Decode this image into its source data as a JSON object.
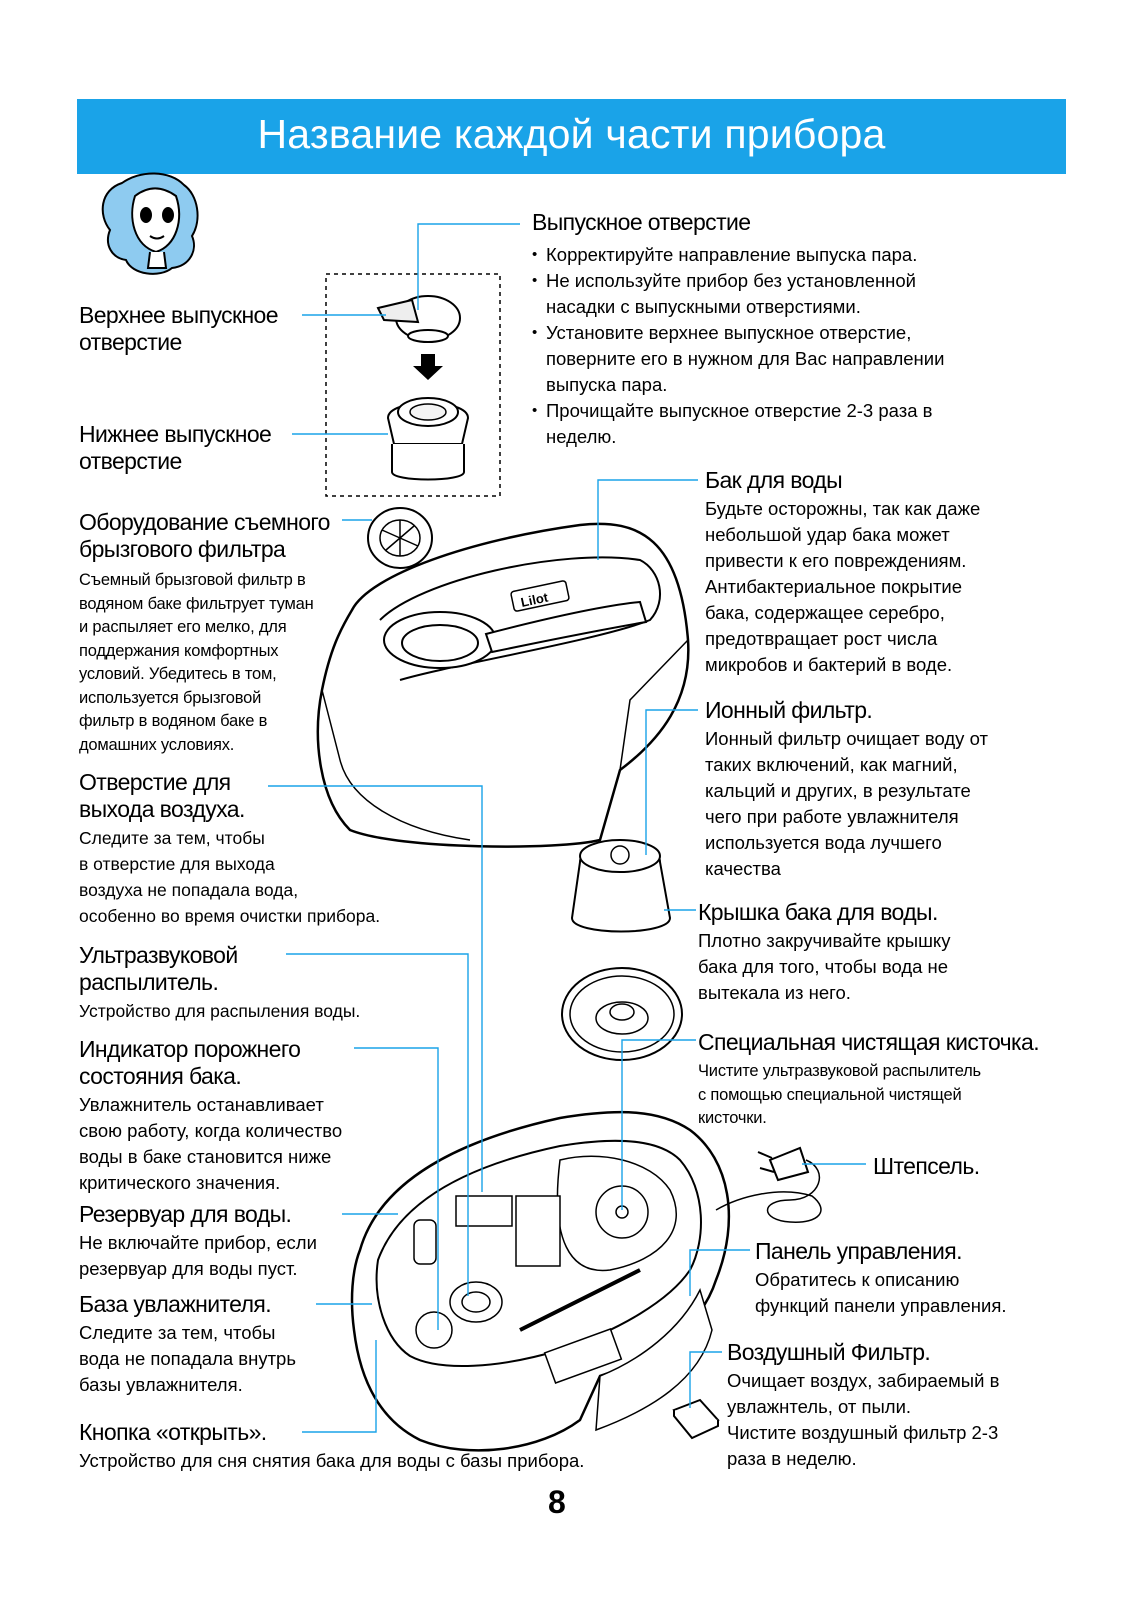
{
  "banner": {
    "title": "Название каждой части прибора"
  },
  "labels": {
    "outlet": {
      "title": "Выпускное отверстие",
      "bullets": [
        [
          "Корректируйте направление выпуска пара."
        ],
        [
          "Не используйте прибор без установленной",
          "насадки с выпускными отверстиями."
        ],
        [
          "Установите верхнее выпускное отверстие,",
          "поверните его в нужном для Вас направлении",
          "выпуска пара."
        ],
        [
          "Прочищайте выпускное отверстие 2-3 раза в",
          "неделю."
        ]
      ]
    },
    "upper_outlet": {
      "title": [
        "Верхнее выпускное",
        "отверстие"
      ]
    },
    "lower_outlet": {
      "title": [
        "Нижнее выпускное",
        "отверстие"
      ]
    },
    "spray_filter": {
      "title": [
        "Оборудование съемного",
        "брызгового фильтра"
      ],
      "text": [
        "Съемный брызговой фильтр в",
        "водяном баке фильтрует туман",
        "и распыляет его мелко, для",
        "поддержания комфортных",
        "условий. Убедитесь в том,",
        "используется брызговой",
        "фильтр в водяном баке в",
        "домашних условиях."
      ]
    },
    "water_tank": {
      "title": "Бак для воды",
      "text": [
        "Будьте осторожны, так как даже",
        "небольшой удар бака может",
        "привести к его повреждениям.",
        "Антибактериальное покрытие",
        "бака, содержащее серебро,",
        "предотвращает рост числа",
        "микробов и бактерий в воде."
      ]
    },
    "ion_filter": {
      "title": "Ионный фильтр.",
      "text": [
        "Ионный фильтр очищает воду от",
        "таких включений, как магний,",
        "кальций и других, в результате",
        "чего при работе увлажнителя",
        "используется вода лучшего",
        "качества"
      ]
    },
    "air_hole": {
      "title": [
        "Отверстие для",
        "выхода воздуха."
      ],
      "text": [
        "Следите за тем, чтобы",
        "в отверстие для выхода",
        "воздуха не попадала вода,",
        "особенно во время очистки прибора."
      ]
    },
    "tank_cap": {
      "title": "Крышка бака для воды.",
      "text": [
        "Плотно закручивайте крышку",
        "бака для того, чтобы вода не",
        "вытекала из него."
      ]
    },
    "ultrasonic": {
      "title": [
        "Ультразвуковой",
        "распылитель."
      ],
      "text": [
        "Устройство для распыления воды."
      ]
    },
    "brush": {
      "title": "Специальная чистящая кисточка.",
      "text": [
        "Чистите  ультразвуковой распылитель",
        "с помощью специальной чистящей",
        "кисточки."
      ]
    },
    "empty_indicator": {
      "title": [
        "Индикатор порожнего",
        "состояния бака."
      ],
      "text": [
        "Увлажнитель останавливает",
        "свою работу, когда количество",
        "воды в баке становится ниже",
        "критического значения."
      ]
    },
    "plug": {
      "title": "Штепсель."
    },
    "reservoir": {
      "title": "Резервуар для воды.",
      "text": [
        "Не включайте прибор, если",
        "резервуар для воды пуст."
      ]
    },
    "control_panel": {
      "title": "Панель управления.",
      "text": [
        "Обратитесь к описанию",
        "функций панели управления."
      ]
    },
    "base": {
      "title": "База увлажнителя.",
      "text": [
        "Следите за тем, чтобы",
        "вода не попадала внутрь",
        "базы увлажнителя."
      ]
    },
    "air_filter": {
      "title": "Воздушный Фильтр.",
      "text": [
        "Очищает воздух, забираемый в",
        "увлажнтель, от пыли.",
        "Чистите воздушный фильтр 2-3",
        "раза в неделю."
      ]
    },
    "open_button": {
      "title": "Кнопка «открыть».",
      "text": [
        "Устройство для сня снятия бака для воды с базы прибора."
      ]
    }
  },
  "device_brand": "Lilot",
  "page_number": "8",
  "colors": {
    "banner": "#1aa3e8",
    "leader_line": "#1aa3e8",
    "mascot_hair": "#8ecbf0"
  }
}
